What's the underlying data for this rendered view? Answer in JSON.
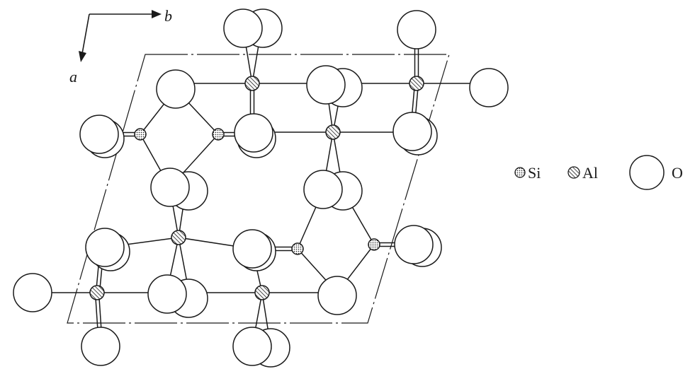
{
  "axes": {
    "b_label": "b",
    "a_label": "a"
  },
  "legend": {
    "si_label": "Si",
    "al_label": "Al",
    "o_label": "O"
  },
  "colors": {
    "ink": "#1a1a1a",
    "paper": "#ffffff"
  }
}
